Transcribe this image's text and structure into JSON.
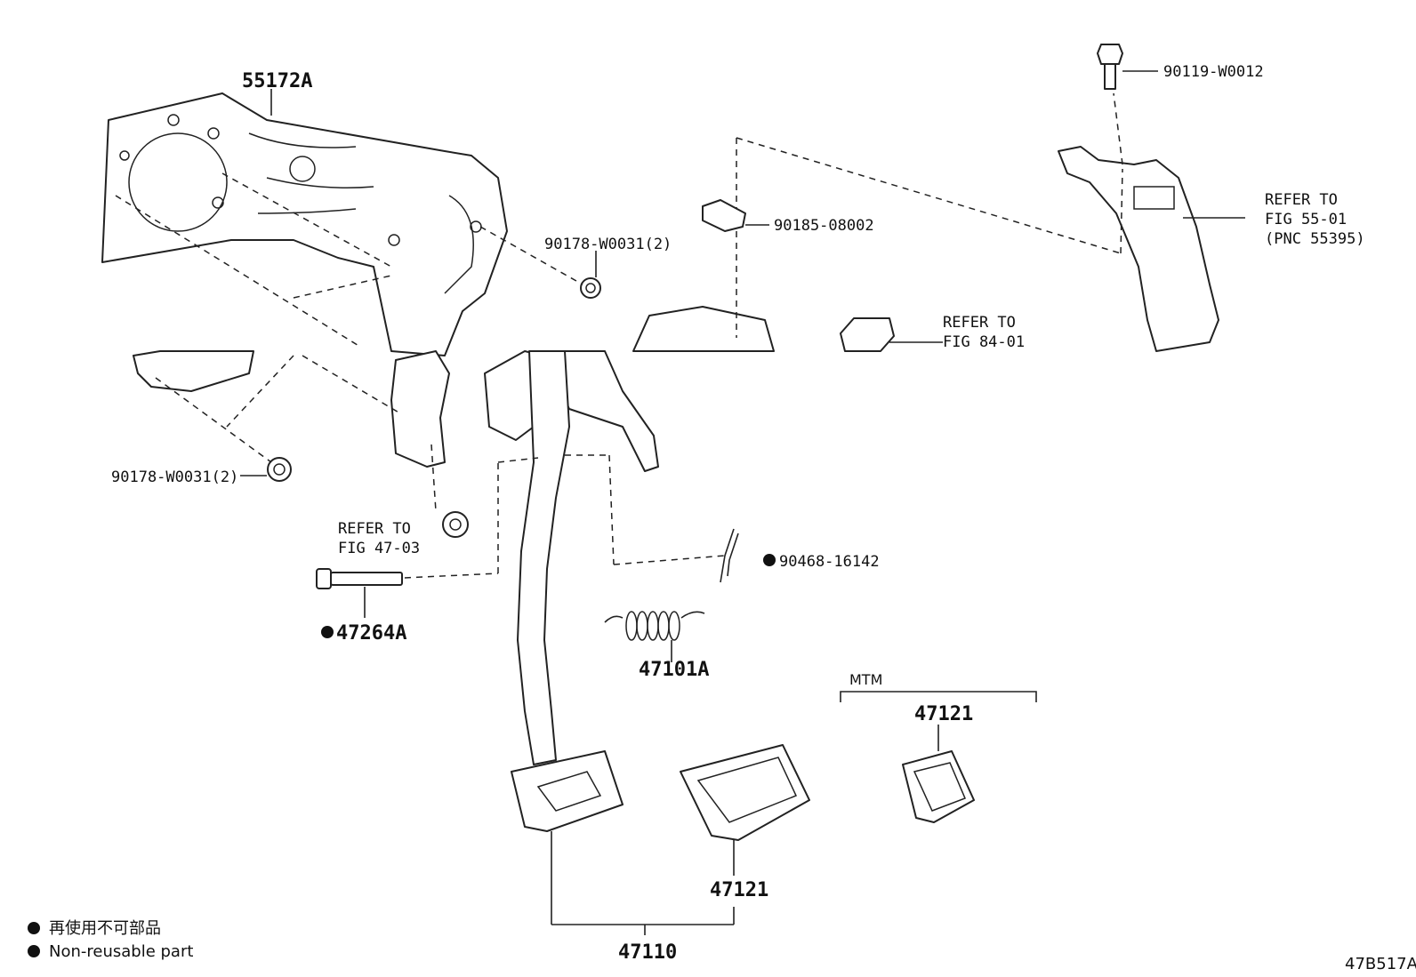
{
  "diagram": {
    "callouts": {
      "bracket_main": "55172A",
      "nut_upper": "90178-W0031(2)",
      "nut_left": "90178-W0031(2)",
      "clip": "90185-08002",
      "bolt_top": "90119-W0012",
      "refer_55": [
        "REFER TO",
        "FIG 55-01",
        "(PNC 55395)"
      ],
      "refer_84": [
        "REFER TO",
        "FIG 84-01"
      ],
      "refer_47": [
        "REFER TO",
        "FIG 47-03"
      ],
      "pin": "47264A",
      "cotter": "90468-16142",
      "spring": "47101A",
      "mtm_label": "MTM",
      "pad_mtm": "47121",
      "pad": "47121",
      "pedal_assy": "47110"
    },
    "legend": {
      "jp": "再使用不可部品",
      "en": "Non-reusable part"
    },
    "figure_code": "47B517A"
  }
}
